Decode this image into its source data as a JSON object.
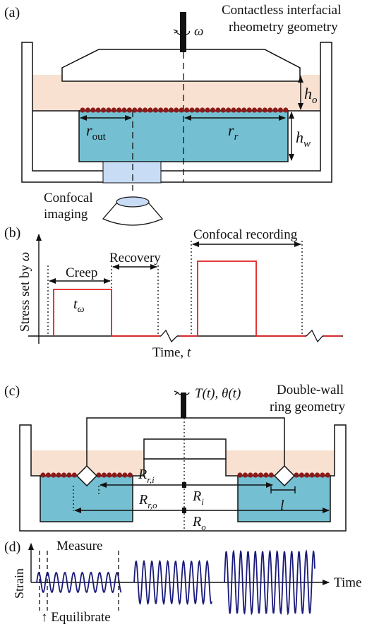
{
  "panel_a": {
    "label": "(a)",
    "title_line1": "Contactless interfacial",
    "title_line2": "rheometry geometry",
    "omega": "ω",
    "h_o": "h",
    "h_o_sub": "o",
    "h_w": "h",
    "h_w_sub": "w",
    "r_out": "r",
    "r_out_sub": "out",
    "r_r": "r",
    "r_r_sub": "r",
    "confocal_line1": "Confocal",
    "confocal_line2": "imaging"
  },
  "panel_b": {
    "label": "(b)",
    "ylabel": "Stress set by ω",
    "xlabel": "Time, t",
    "creep": "Creep",
    "recovery": "Recovery",
    "confocal_recording": "Confocal recording",
    "t_omega": "t",
    "t_omega_sub": "ω"
  },
  "panel_c": {
    "label": "(c)",
    "torque": "T(t), θ(t)",
    "title_line1": "Double-wall",
    "title_line2": "ring geometry",
    "R_ri": "R",
    "R_ri_sub": "r,i",
    "R_i": "R",
    "R_i_sub": "i",
    "R_ro": "R",
    "R_ro_sub": "r,o",
    "R_o": "R",
    "R_o_sub": "o",
    "l": "l"
  },
  "panel_d": {
    "label": "(d)",
    "ylabel": "Strain",
    "xlabel": "Time",
    "measure": "Measure",
    "equilibrate": "↑ Equilibrate"
  },
  "colors": {
    "oil": "#f9e1d1",
    "water": "#74bfd1",
    "imaging": "#c9dcf6",
    "particles": "#8b1a1a",
    "stress": "#e02020",
    "strain": "#1a1a7a"
  }
}
